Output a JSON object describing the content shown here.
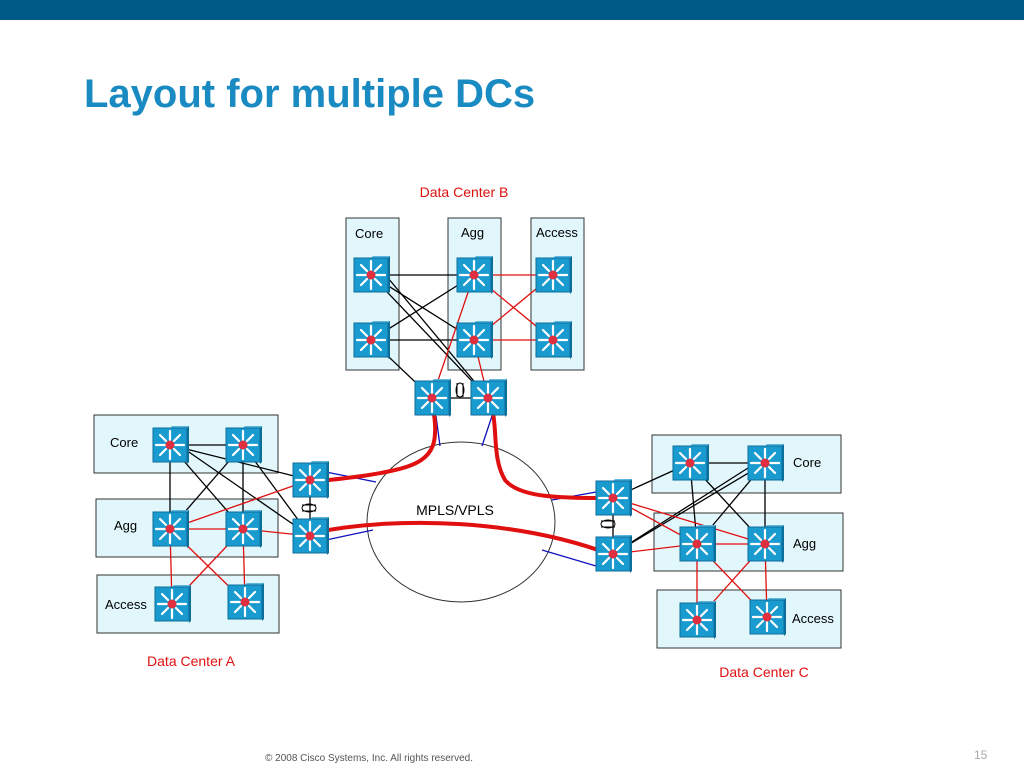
{
  "slide": {
    "title": "Layout for multiple DCs",
    "footer": "© 2008 Cisco Systems, Inc. All rights reserved.",
    "page_number": "15"
  },
  "diagram": {
    "center_label": "MPLS/VPLS",
    "data_centers": {
      "a": {
        "name": "Data Center A",
        "core": "Core",
        "agg": "Agg",
        "access": "Access"
      },
      "b": {
        "name": "Data Center B",
        "core": "Core",
        "agg": "Agg",
        "access": "Access"
      },
      "c": {
        "name": "Data Center C",
        "core": "Core",
        "agg": "Agg",
        "access": "Access"
      }
    },
    "icon": "layer3-switch-icon",
    "colors": {
      "title": "#1a8ac2",
      "topbar": "#005a87",
      "dc_label": "#e01010",
      "box_fill": "#e2f7fc",
      "switch": "#1a9bd0",
      "link_red": "#e01010",
      "link_blue": "#1010c0"
    }
  }
}
